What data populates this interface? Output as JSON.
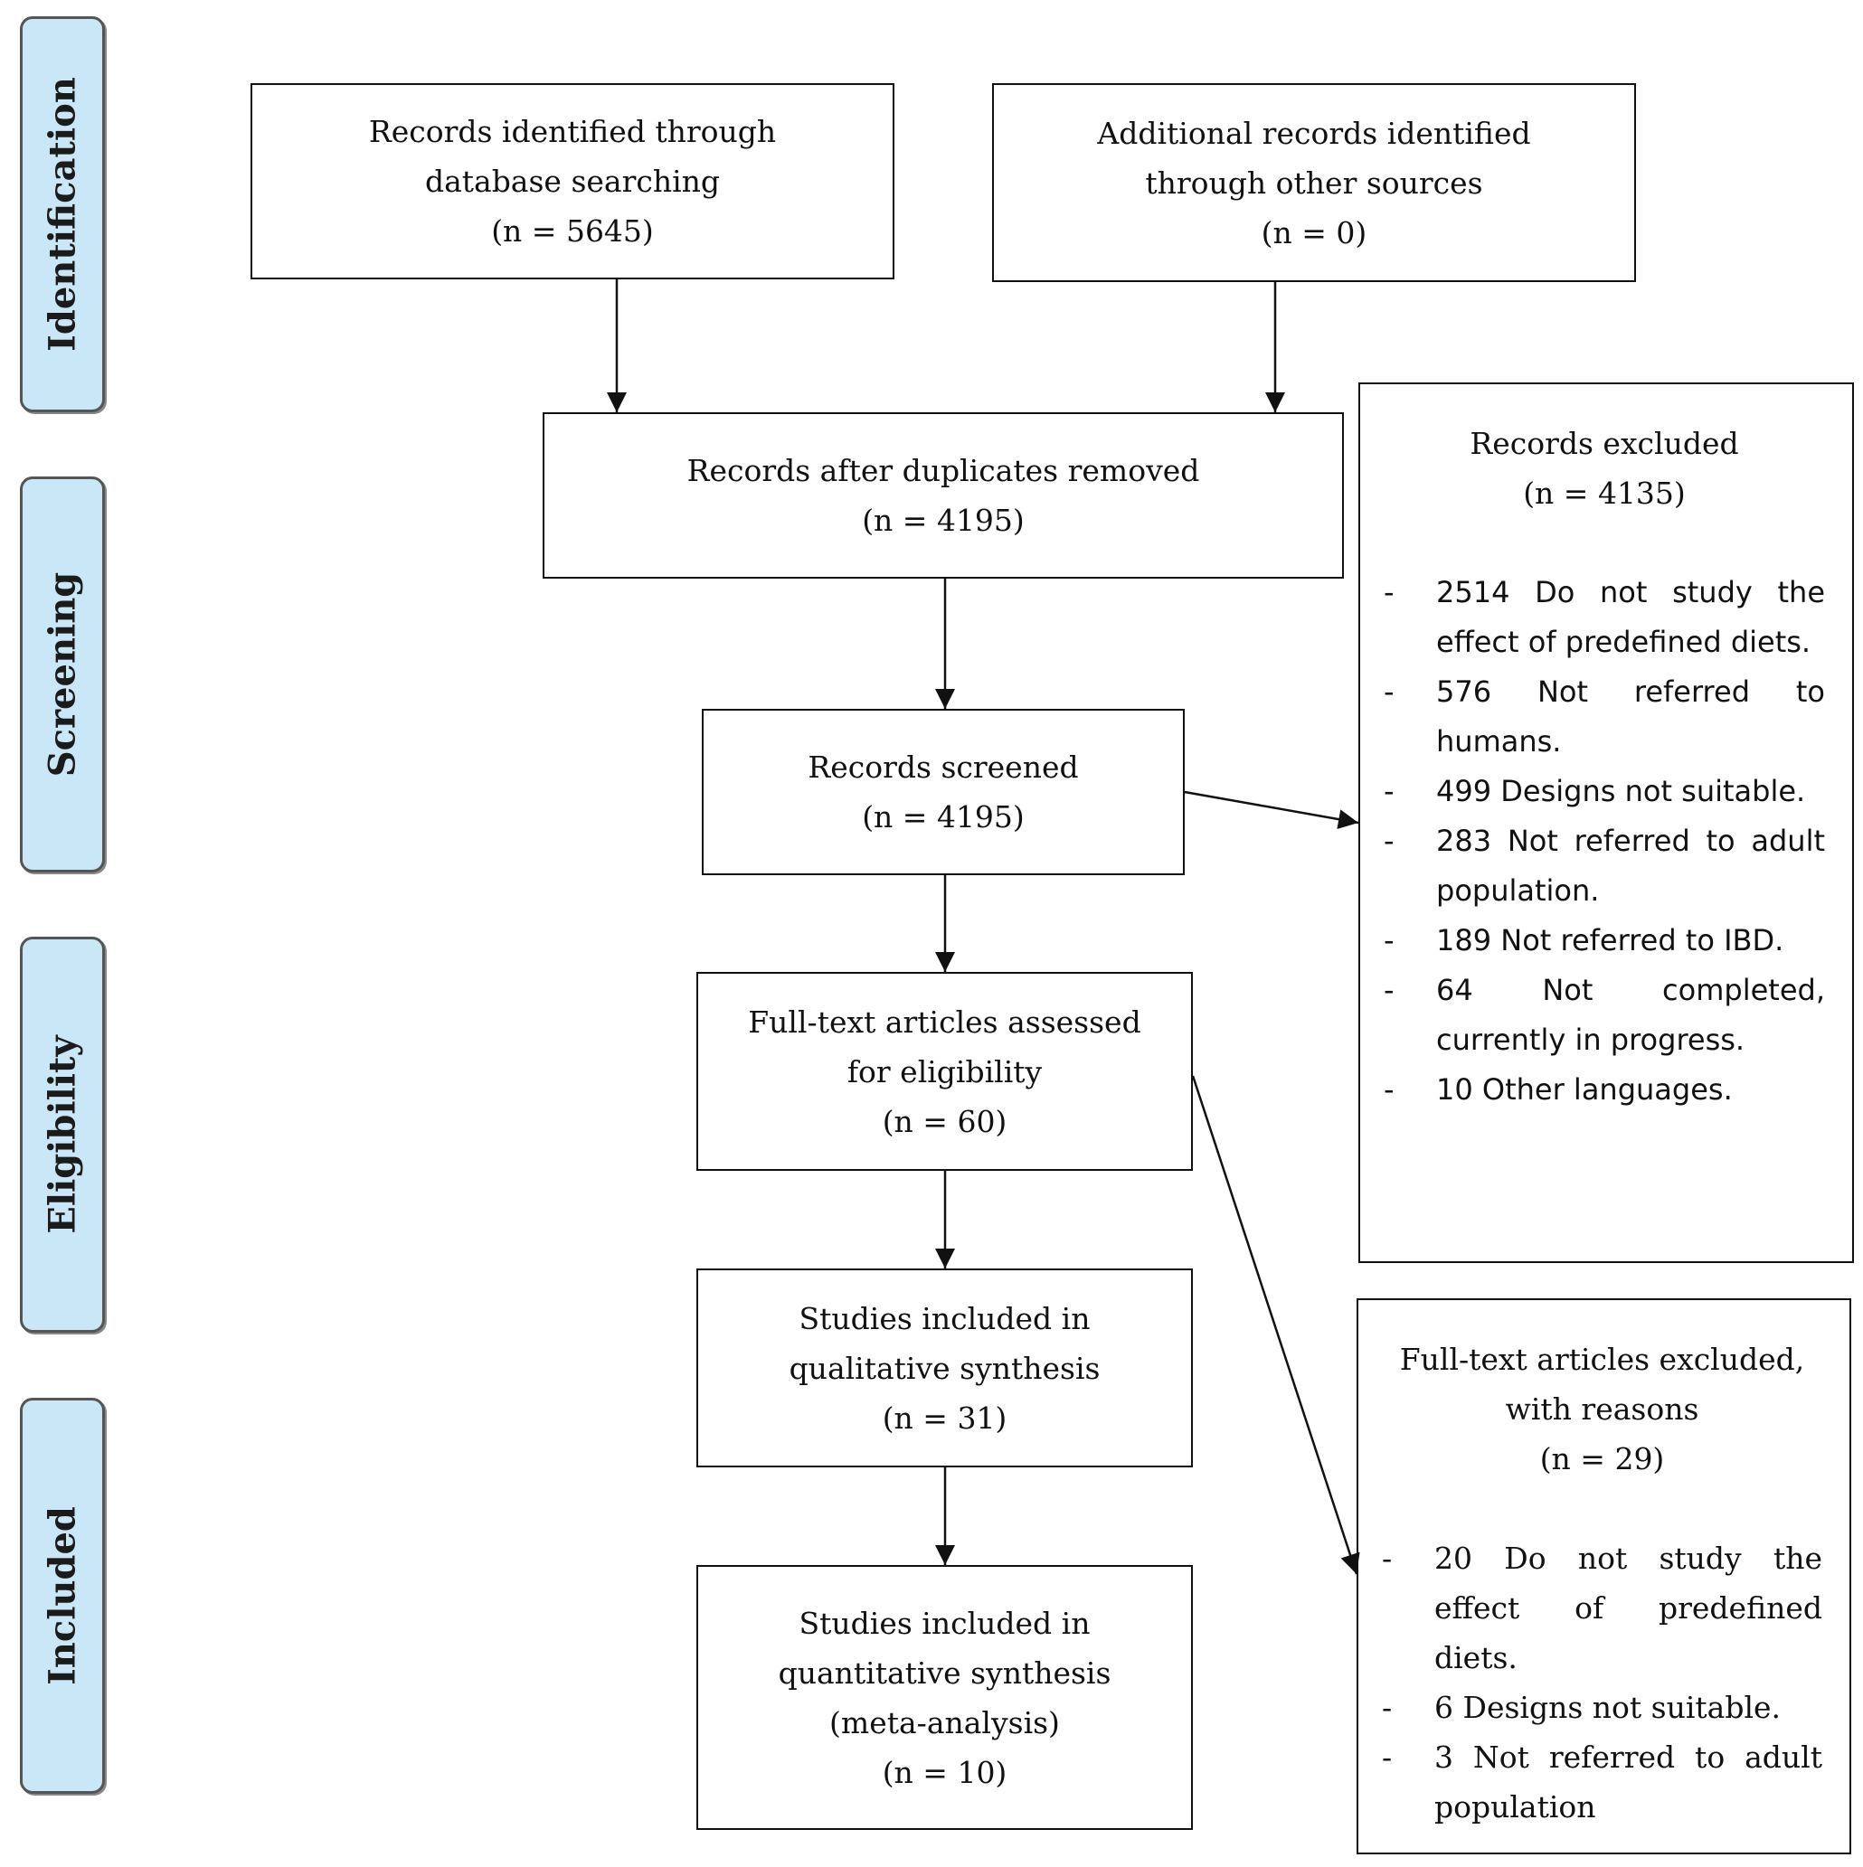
{
  "phases": [
    "Identification",
    "Screening",
    "Eligibility",
    "Included"
  ],
  "boxes": {
    "database": [
      "Records identified through",
      "database searching",
      "(n = 5645)"
    ],
    "other_sources": [
      "Additional records identified",
      "through other sources",
      "(n = 0)"
    ],
    "duplicates_removed": [
      "Records after duplicates removed",
      "(n = 4195)"
    ],
    "screened": [
      "Records screened",
      "(n = 4195)"
    ],
    "full_text": [
      "Full-text articles assessed",
      "for eligibility",
      "(n = 60)"
    ],
    "qualitative": [
      "Studies included in",
      "qualitative synthesis",
      "(n = 31)"
    ],
    "quantitative": [
      "Studies included in",
      "quantitative synthesis",
      "(meta-analysis)",
      "(n = 10)"
    ]
  },
  "records_excluded": {
    "title": "Records excluded",
    "count": "(n = 4135)",
    "items": [
      "2514 Do not study the effect of predefined diets.",
      "576 Not referred to humans.",
      "499 Designs not suitable.",
      "283 Not referred to adult population.",
      "189 Not referred to IBD.",
      "64 Not completed, currently in progress.",
      "10 Other languages."
    ]
  },
  "fulltext_excluded": {
    "title_line1": "Full-text articles excluded,",
    "title_line2": "with reasons",
    "count": "(n = 29)",
    "items": [
      "20 Do not study the effect of predefined diets.",
      "6 Designs not suitable.",
      "3 Not referred to adult population"
    ]
  }
}
